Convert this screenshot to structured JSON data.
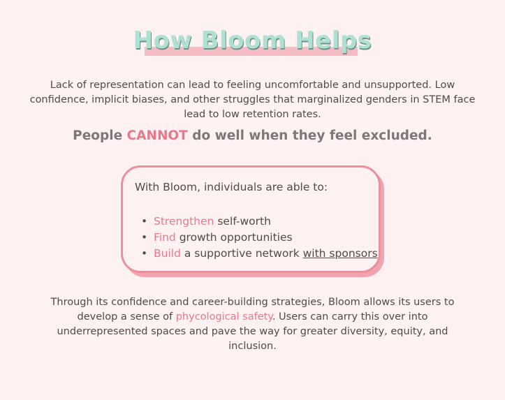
{
  "title": "How Bloom Helps",
  "intro": "Lack of representation can lead to feeling uncomfortable and unsupported. Low confidence, implicit biases, and other struggles that marginalized genders in STEM face lead to low retention rates.",
  "headline": {
    "before": "People ",
    "accent": "CANNOT",
    "after": " do well when they feel excluded."
  },
  "card": {
    "lead": "With Bloom, individuals are able to:",
    "items": [
      {
        "bullet": "•",
        "keyword": "Strengthen",
        "rest": " self-worth"
      },
      {
        "bullet": "•",
        "keyword": "Find",
        "rest": " growth opportunities"
      },
      {
        "bullet": "•",
        "keyword": "Build",
        "rest": " a supportive network ",
        "link": "with sponsors"
      }
    ]
  },
  "outro": {
    "part1": "Through its confidence and career-building strategies, Bloom allows its users to develop a sense of ",
    "accent": "phycological safety",
    "part2": ". Users can carry this over into underrepresented spaces and pave the way for greater diversity, equity, and inclusion."
  },
  "colors": {
    "background": "#fdf1f1",
    "accent_pink": "#e8788a",
    "title_mint": "#aee0d3",
    "card_border": "#eb8f9c"
  }
}
